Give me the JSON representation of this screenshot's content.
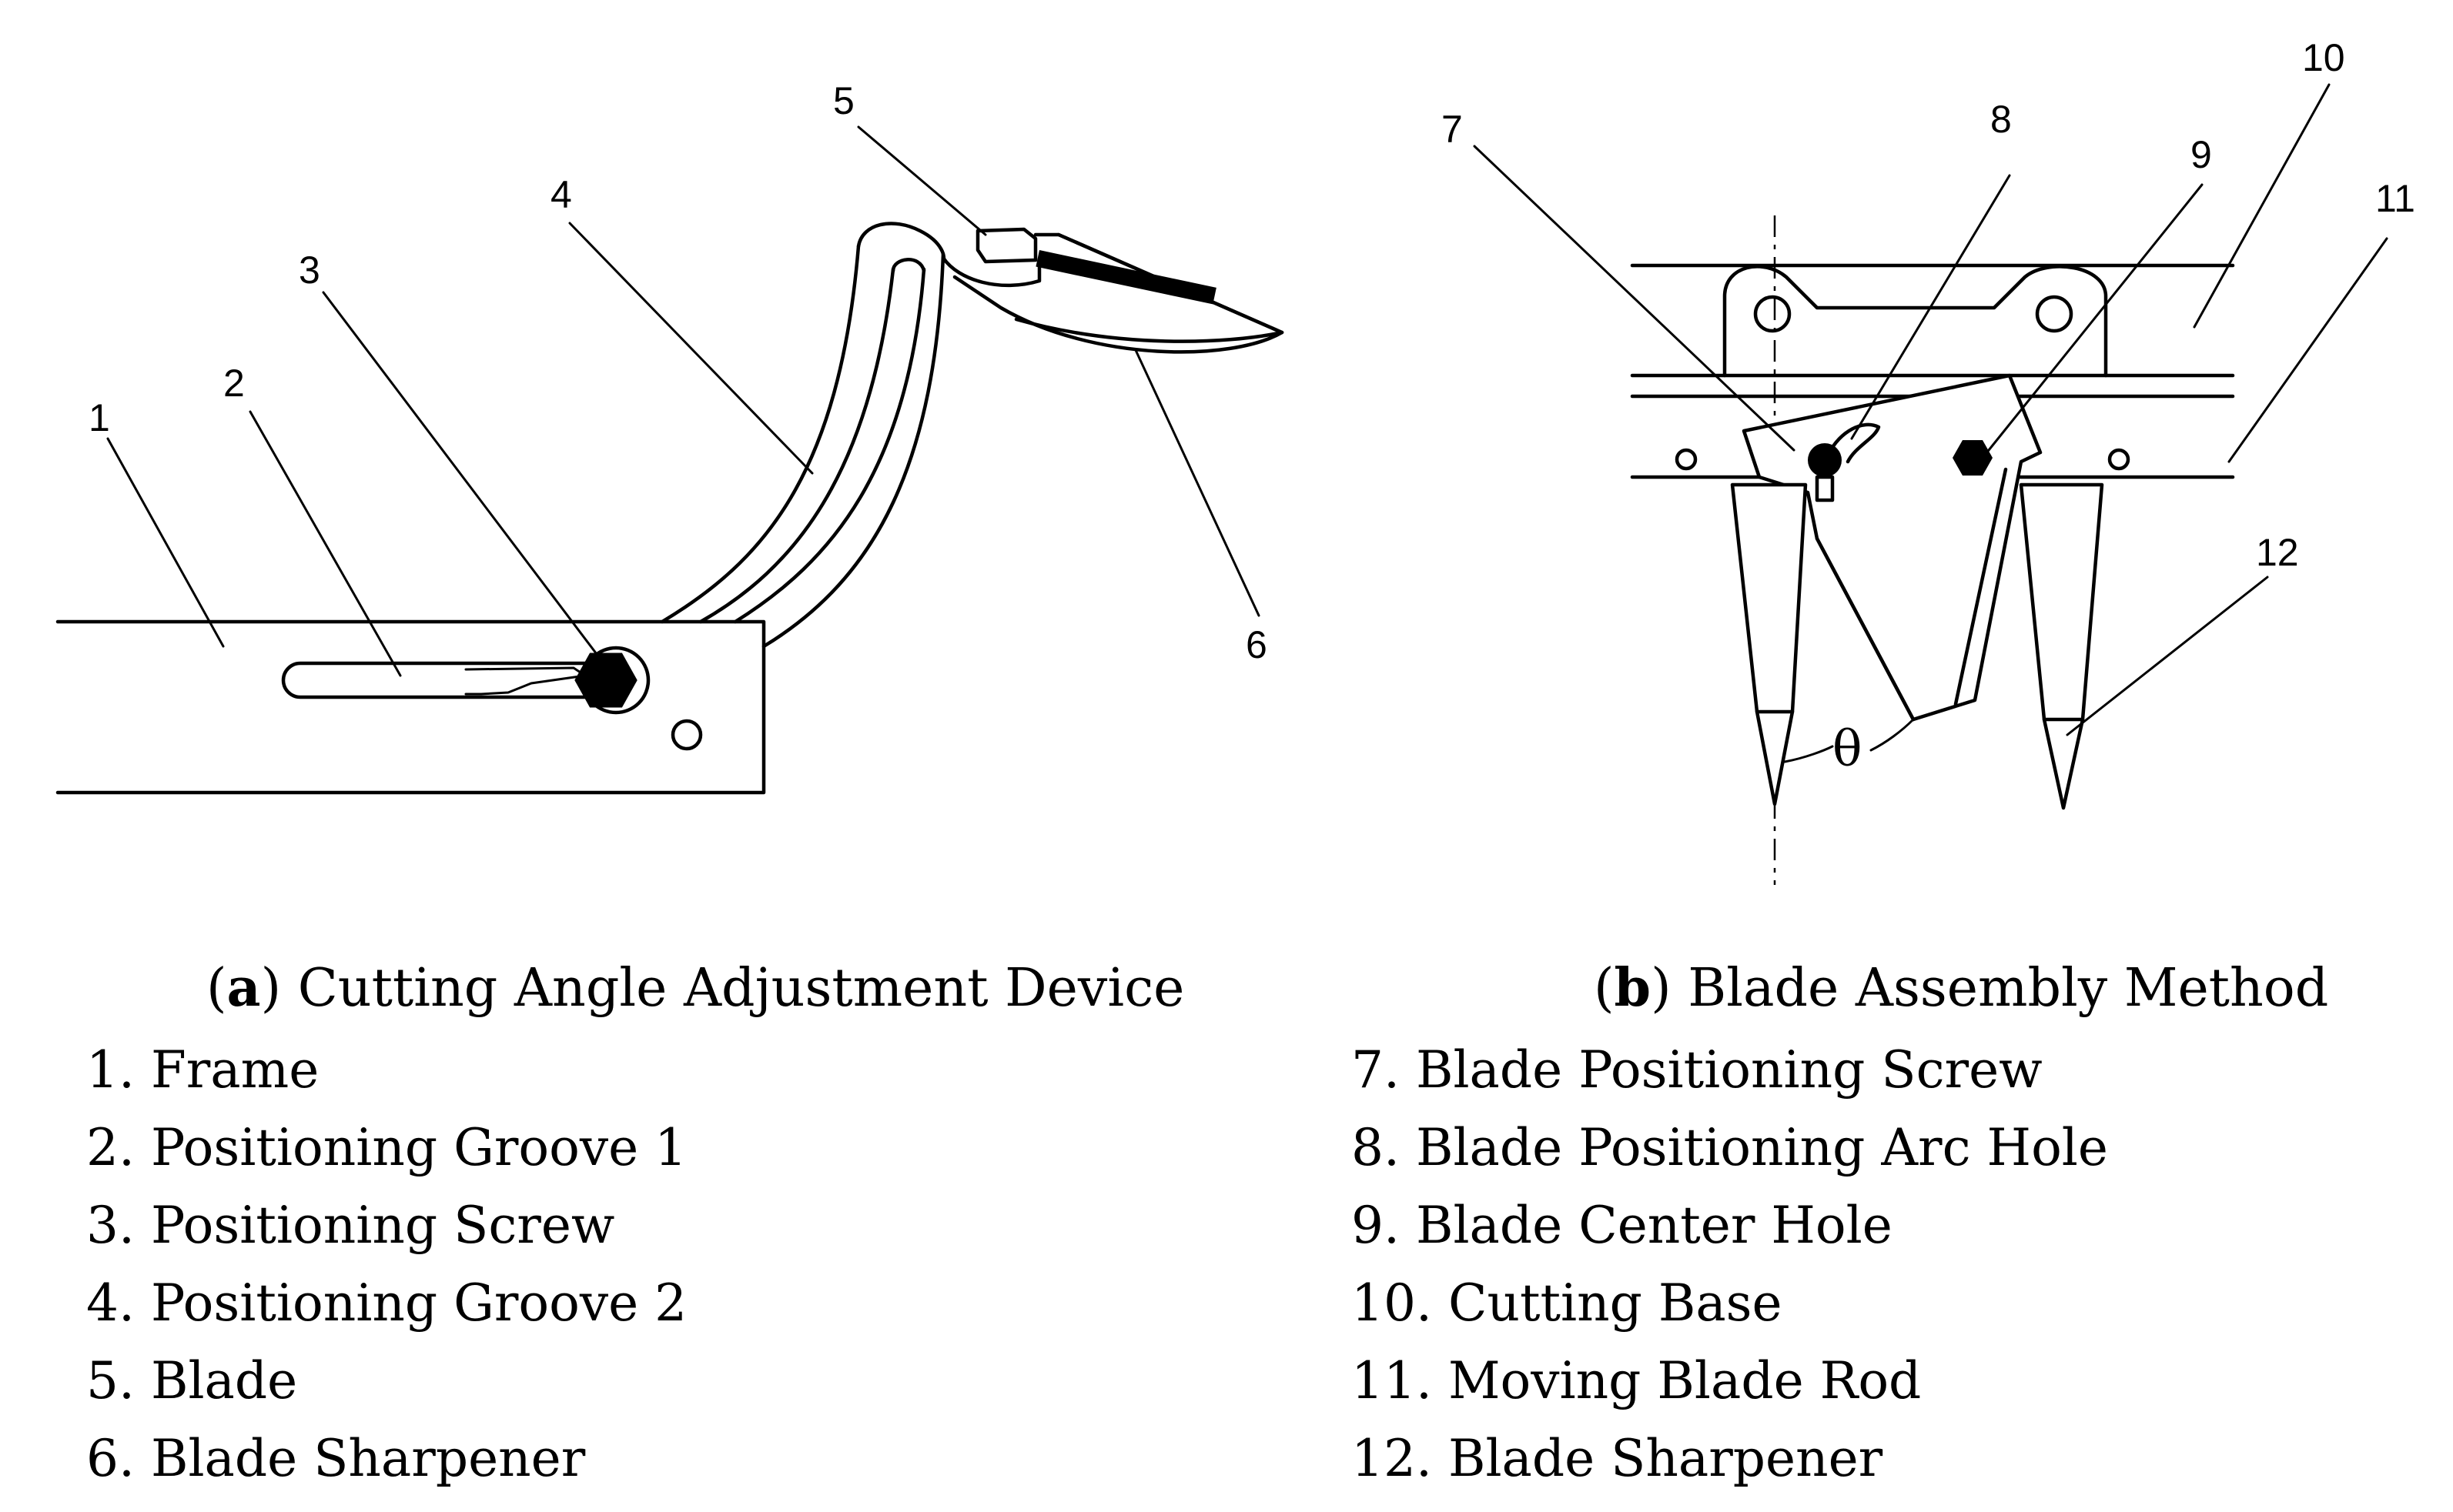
{
  "panel_a": {
    "caption_letter": "a",
    "caption_text": "Cutting Angle Adjustment Device",
    "callouts": [
      "1",
      "2",
      "3",
      "4",
      "5",
      "6"
    ],
    "legend": [
      "1. Frame",
      "2. Positioning Groove 1",
      "3. Positioning Screw",
      "4. Positioning Groove 2",
      "5. Blade",
      "6. Blade Sharpener"
    ]
  },
  "panel_b": {
    "caption_letter": "b",
    "caption_text": "Blade Assembly Method",
    "callouts": [
      "7",
      "8",
      "9",
      "10",
      "11",
      "12"
    ],
    "angle_symbol": "θ",
    "legend": [
      "7. Blade Positioning Screw",
      "8. Blade Positioning Arc Hole",
      "9. Blade Center Hole",
      "10. Cutting Base",
      "11. Moving Blade Rod",
      "12. Blade Sharpener"
    ]
  }
}
